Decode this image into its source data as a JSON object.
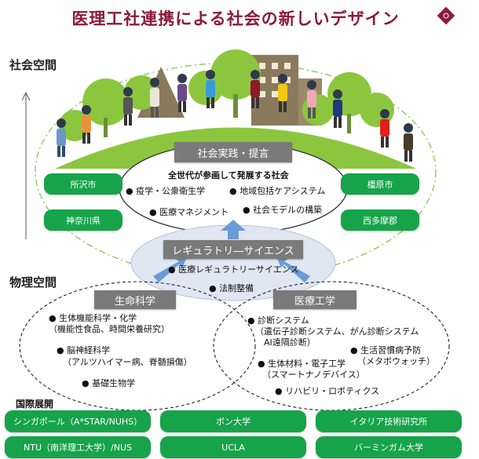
{
  "title": "医理工社連携による社会の新しいデザイン",
  "axis": {
    "top_label": "社会空間",
    "bottom_label": "物理空間"
  },
  "social_practice": {
    "header": "社会実践・提言",
    "subtitle": "全世代が参画して発展する社会",
    "items": [
      "疫学・公衆衛生学",
      "地域包括ケアシステム",
      "医療マネジメント",
      "社会モデルの構築"
    ]
  },
  "cities_left": [
    "所沢市",
    "神奈川県"
  ],
  "cities_right": [
    "橿原市",
    "西多摩郡"
  ],
  "regulatory_science": {
    "header": "レギュラトリ―サイエンス",
    "items": [
      "医療レギュラトリーサイエンス",
      "法制整備"
    ]
  },
  "life_science": {
    "header": "生命科学",
    "items": [
      {
        "main": "生体機能科学・化学",
        "sub": "（機能性食品、時間栄養研究）"
      },
      {
        "main": "脳神経科学",
        "sub": "（アルツハイマー病、脊髄損傷）"
      },
      {
        "main": "基礎生物学",
        "sub": ""
      }
    ]
  },
  "medical_engineering": {
    "header": "医療工学",
    "diagnosis": {
      "main": "診断システム",
      "sub1": "（遺伝子診断システム、がん診断システム",
      "sub2": "AI遠隔診断）"
    },
    "lifestyle": {
      "main": "生活習慣病予防",
      "sub": "（メタボウォッチ）"
    },
    "materials": {
      "main": "生体材料・電子工学",
      "sub": "（スマートナノデバイス）"
    },
    "rehab": {
      "main": "リハビリ・ロボティクス"
    }
  },
  "international": {
    "title": "国際展開",
    "partners": [
      "シンガポール（A*STAR/NUHS）",
      "ボン大学",
      "イタリア技術研究所",
      "NTU（南洋理工大学）/NUS",
      "UCLA",
      "バーミンガム大学"
    ]
  },
  "colors": {
    "title": "#8b1a3a",
    "green": "#16a34a",
    "gray_box": "#7a7a7a",
    "regulatory_ellipse": "#dfe7f3",
    "arrow_blue": "#6a9bd8"
  }
}
